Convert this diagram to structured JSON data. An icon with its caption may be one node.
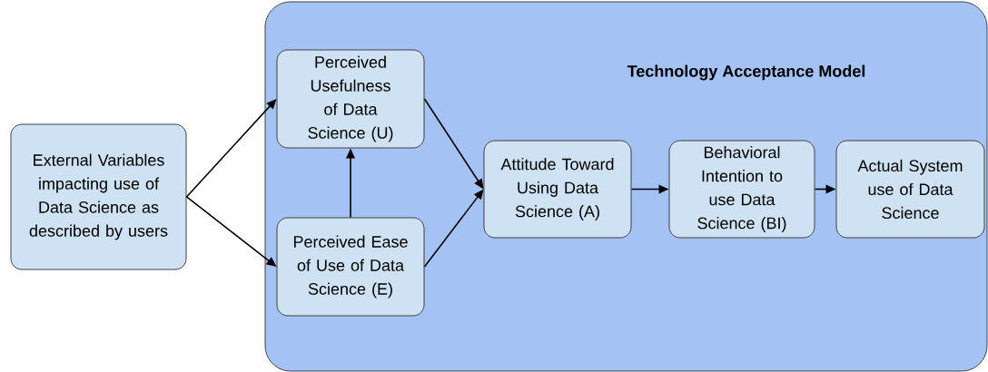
{
  "diagram": {
    "nodes": [
      {
        "text": [
          "External Variables impacting use of Data Science as described by users"
        ]
      },
      {
        "text": [
          "Technology Acceptance Model"
        ]
      },
      {
        "text": [
          "Perceived Usefulness of Data Science (U)"
        ],
        "in": 1
      },
      {
        "text": [
          "Perceived Ease of Use of Data Science (E)"
        ],
        "in": 1
      },
      {
        "text": [
          "Attitude Toward Using Data Science (A)"
        ],
        "in": 1
      },
      {
        "text": [
          "Behavioral Intention to use Data Science (BI)"
        ],
        "in": 1
      },
      {
        "text": [
          "Actual System use of Data Science"
        ],
        "in": 1
      }
    ],
    "edges": [
      {
        "from": 0,
        "to": 2,
        "arrow": "to"
      },
      {
        "from": 0,
        "to": 3,
        "arrow": "to"
      },
      {
        "from": 3,
        "to": 2,
        "arrow": "to"
      },
      {
        "from": 2,
        "to": 4,
        "arrow": "to"
      },
      {
        "from": 3,
        "to": 4,
        "arrow": "to"
      },
      {
        "from": 4,
        "to": 5,
        "arrow": "to"
      },
      {
        "from": 5,
        "to": 6,
        "arrow": "to"
      }
    ]
  }
}
